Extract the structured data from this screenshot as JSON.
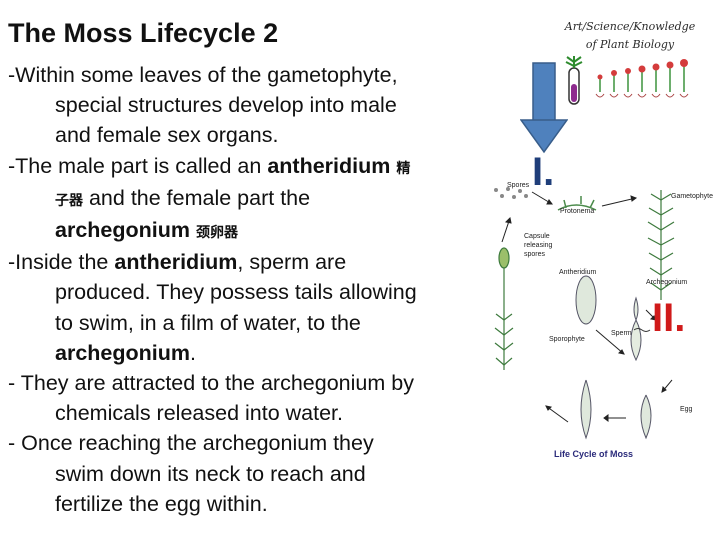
{
  "slide": {
    "title": "The Moss Lifecycle 2",
    "brand_line1": "Art/Science/Knowledge",
    "brand_line2": "of Plant Biology",
    "label_one": "I.",
    "label_two": "II."
  },
  "text": {
    "p1_l1": "-Within some leaves of the gametophyte,",
    "p1_l2": "special structures develop into male",
    "p1_l3": "and female sex organs.",
    "p2_a": "-The male part is called an ",
    "p2_b": "antheridium",
    "p2_zh1": "精",
    "p2_zh2": "子器",
    "p2_c": " and the female part the",
    "p2_d": "archegonium",
    "p2_zh3": "颈卵器",
    "p3_a": "-Inside the ",
    "p3_b": "antheridium",
    "p3_c": ", sperm are",
    "p3_l2": "produced. They possess tails allowing",
    "p3_l3": "to swim, in a film of water, to the",
    "p3_l4": "archegonium",
    "p3_l4_end": ".",
    "p4_l1": "- They are attracted to the archegonium by",
    "p4_l2": "chemicals released into  water.",
    "p5_l1": "- Once reaching the archegonium they",
    "p5_l2": "swim down its neck to reach and",
    "p5_l3": "fertilize the egg within."
  },
  "diagram": {
    "spores": "Spores",
    "protonema": "Protonema",
    "gametophyte": "Gametophyte",
    "capsule_1": "Capsule",
    "capsule_2": "releasing",
    "capsule_3": "spores",
    "antheridium": "Antheridium",
    "archegonium": "Archegonium",
    "sporophyte": "Sporophyte",
    "sperm": "Sperm",
    "egg": "Egg",
    "caption": "Life Cycle of Moss"
  },
  "colors": {
    "arrow_fill": "#4f81bd",
    "label_one": "#1f3e7a",
    "label_two": "#d01a1a"
  }
}
